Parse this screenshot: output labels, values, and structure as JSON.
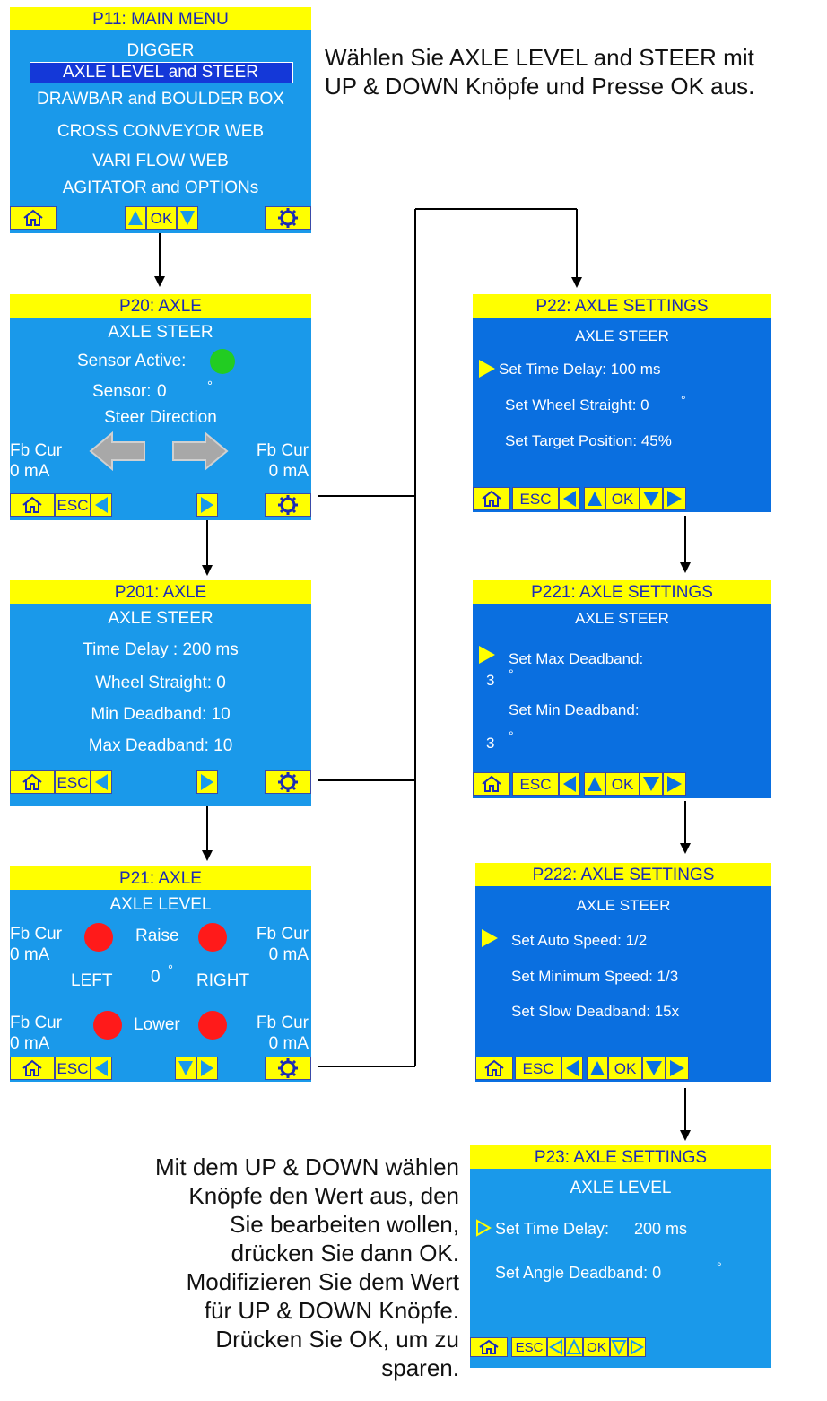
{
  "notes": {
    "top_line1": "Wählen Sie AXLE LEVEL and STEER mit",
    "top_line2": "UP & DOWN Knöpfe und Presse OK aus.",
    "bottom_lines": [
      "Mit dem UP & DOWN wählen",
      "Knöpfe den Wert aus, den",
      "Sie bearbeiten wollen,",
      "drücken Sie dann OK.",
      "Modifizieren Sie dem Wert",
      "für UP & DOWN Knöpfe.",
      "Drücken Sie OK, um zu",
      "sparen."
    ]
  },
  "colors": {
    "screen_bg": "#1a99ea",
    "screen_bg_dark": "#0a6fe0",
    "bar": "#ffff00",
    "title_text": "#1c2bb5",
    "led_green": "#22cc22",
    "led_red": "#ff1a1a"
  },
  "labels": {
    "ok": "OK",
    "esc": "ESC"
  },
  "p11": {
    "title": "P11: MAIN MENU",
    "items": [
      "DIGGER",
      "AXLE LEVEL and STEER",
      "DRAWBAR and BOULDER BOX",
      "CROSS CONVEYOR WEB",
      "VARI FLOW WEB",
      "AGITATOR and OPTIONs"
    ],
    "selected_index": 1
  },
  "p20": {
    "title": "P20: AXLE",
    "subtitle": "AXLE STEER",
    "sensor_active_label": "Sensor Active:",
    "sensor_label": "Sensor:",
    "sensor_value": "0",
    "degree": "°",
    "steer_direction": "Steer Direction",
    "fb_cur": "Fb Cur",
    "fb_left_value": "0 mA",
    "fb_right_value": "0 mA"
  },
  "p201": {
    "title": "P201: AXLE",
    "subtitle": "AXLE STEER",
    "lines": [
      "Time Delay : 200 ms",
      "Wheel Straight: 0",
      "Min Deadband: 10",
      "Max Deadband: 10"
    ]
  },
  "p21": {
    "title": "P21: AXLE",
    "subtitle": "AXLE LEVEL",
    "fb_cur": "Fb Cur",
    "fb_value": "0 mA",
    "raise": "Raise",
    "lower": "Lower",
    "left": "LEFT",
    "right": "RIGHT",
    "angle_value": "0",
    "degree": "°"
  },
  "p22": {
    "title": "P22: AXLE SETTINGS",
    "subtitle": "AXLE STEER",
    "lines": [
      "Set Time Delay: 100 ms",
      "Set Wheel Straight: 0",
      "Set Target Position: 45%"
    ],
    "degree": "°"
  },
  "p221": {
    "title": "P221: AXLE SETTINGS",
    "subtitle": "AXLE STEER",
    "max_label": "Set Max Deadband:",
    "max_value": "3",
    "min_label": "Set Min Deadband:",
    "min_value": "3",
    "degree": "°"
  },
  "p222": {
    "title": "P222: AXLE SETTINGS",
    "subtitle": "AXLE STEER",
    "lines": [
      "Set Auto Speed: 1/2",
      "Set Minimum Speed: 1/3",
      "Set Slow Deadband: 15x"
    ]
  },
  "p23": {
    "title": "P23: AXLE SETTINGS",
    "subtitle": "AXLE LEVEL",
    "time_label": "Set Time Delay:",
    "time_value": "200 ms",
    "angle_label": "Set Angle Deadband: 0",
    "degree": "°"
  }
}
